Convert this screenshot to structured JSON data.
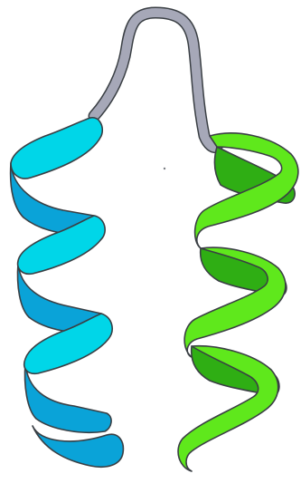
{
  "figure": {
    "type": "protein helix-loop-helix cartoon",
    "elements": [
      {
        "name": "helix-1",
        "kind": "alpha-helix",
        "color_front": "#00d6e8",
        "color_back": "#0aa3d8"
      },
      {
        "name": "loop",
        "kind": "coil",
        "color": "#a6a8b8"
      },
      {
        "name": "helix-2",
        "kind": "alpha-helix",
        "color_front": "#5fe81c",
        "color_back": "#2fae14"
      }
    ],
    "background": "#ffffff"
  }
}
